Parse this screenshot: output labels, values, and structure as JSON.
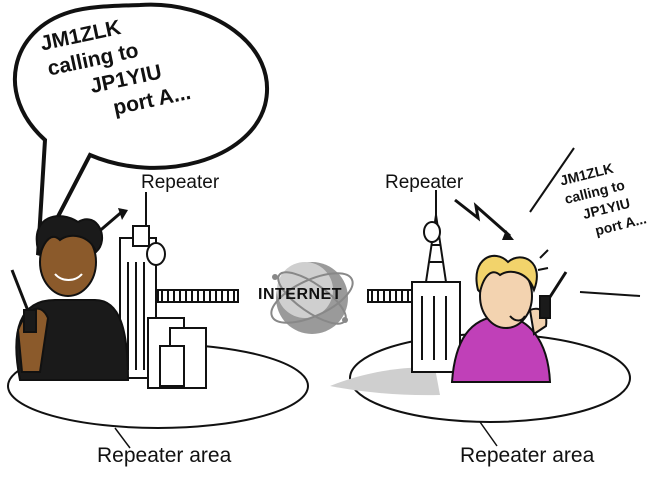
{
  "left_station": {
    "speech": [
      "JM1ZLK",
      "calling to",
      "JP1YIU",
      "port A..."
    ],
    "repeater_label": "Repeater",
    "area_label": "Repeater area"
  },
  "right_station": {
    "speech": [
      "JM1ZLK",
      "calling to",
      "JP1YIU",
      "port A..."
    ],
    "repeater_label": "Repeater",
    "area_label": "Repeater area"
  },
  "network": {
    "label": "INTERNET",
    "icon": "globe-icon"
  },
  "colors": {
    "ink": "#111111",
    "left_skin": "#8b5a2b",
    "left_outfit": "#1a1a1a",
    "right_hair": "#f2d36b",
    "right_skin": "#f3d3b0",
    "right_shirt": "#c040b8",
    "globe": "#9a9a9a",
    "ground_shadow": "#cfcfcf"
  }
}
